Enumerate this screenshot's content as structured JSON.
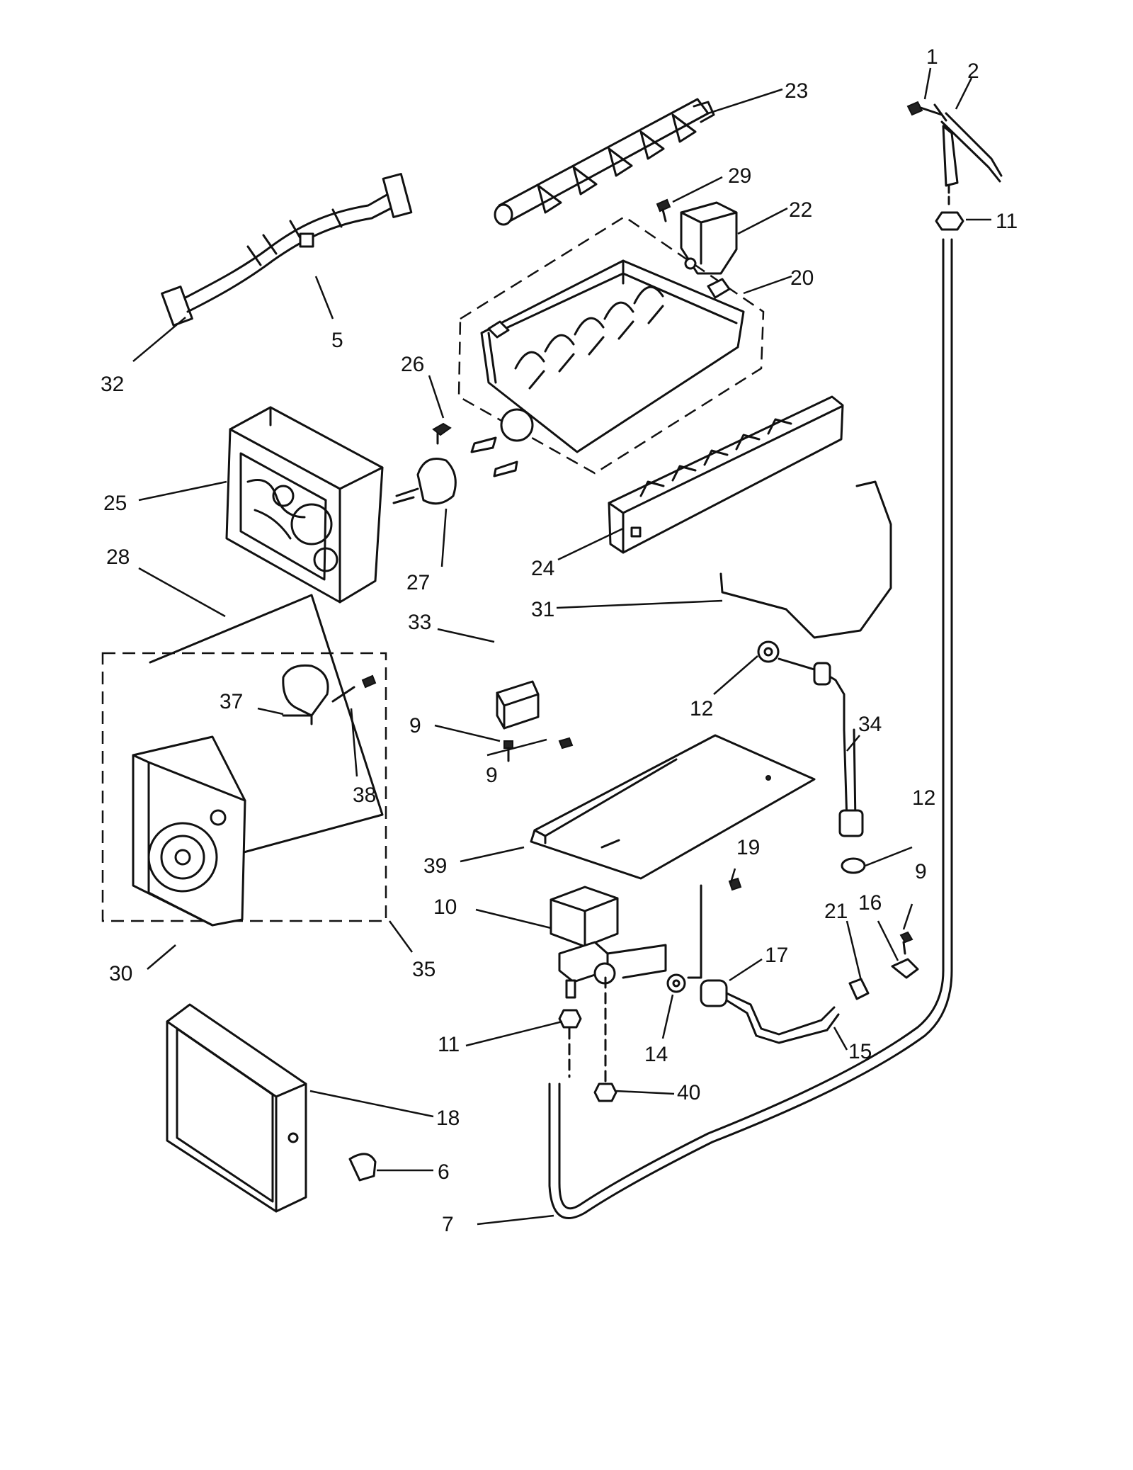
{
  "callouts": [
    {
      "id": "c1",
      "label": "1"
    },
    {
      "id": "c2",
      "label": "2"
    },
    {
      "id": "c23",
      "label": "23"
    },
    {
      "id": "c29",
      "label": "29"
    },
    {
      "id": "c22",
      "label": "22"
    },
    {
      "id": "c11a",
      "label": "11"
    },
    {
      "id": "c20",
      "label": "20"
    },
    {
      "id": "c5",
      "label": "5"
    },
    {
      "id": "c32",
      "label": "32"
    },
    {
      "id": "c26",
      "label": "26"
    },
    {
      "id": "c25",
      "label": "25"
    },
    {
      "id": "c27",
      "label": "27"
    },
    {
      "id": "c24",
      "label": "24"
    },
    {
      "id": "c28",
      "label": "28"
    },
    {
      "id": "c31",
      "label": "31"
    },
    {
      "id": "c33",
      "label": "33"
    },
    {
      "id": "c37",
      "label": "37"
    },
    {
      "id": "c12a",
      "label": "12"
    },
    {
      "id": "c34",
      "label": "34"
    },
    {
      "id": "c9a",
      "label": "9"
    },
    {
      "id": "c38",
      "label": "38"
    },
    {
      "id": "c9b",
      "label": "9"
    },
    {
      "id": "c12b",
      "label": "12"
    },
    {
      "id": "c19",
      "label": "19"
    },
    {
      "id": "c39",
      "label": "39"
    },
    {
      "id": "c9c",
      "label": "9"
    },
    {
      "id": "c10",
      "label": "10"
    },
    {
      "id": "c21",
      "label": "21"
    },
    {
      "id": "c16",
      "label": "16"
    },
    {
      "id": "c17",
      "label": "17"
    },
    {
      "id": "c30",
      "label": "30"
    },
    {
      "id": "c35",
      "label": "35"
    },
    {
      "id": "c11b",
      "label": "11"
    },
    {
      "id": "c14",
      "label": "14"
    },
    {
      "id": "c15",
      "label": "15"
    },
    {
      "id": "c40",
      "label": "40"
    },
    {
      "id": "c18",
      "label": "18"
    },
    {
      "id": "c6",
      "label": "6"
    },
    {
      "id": "c7",
      "label": "7"
    }
  ]
}
